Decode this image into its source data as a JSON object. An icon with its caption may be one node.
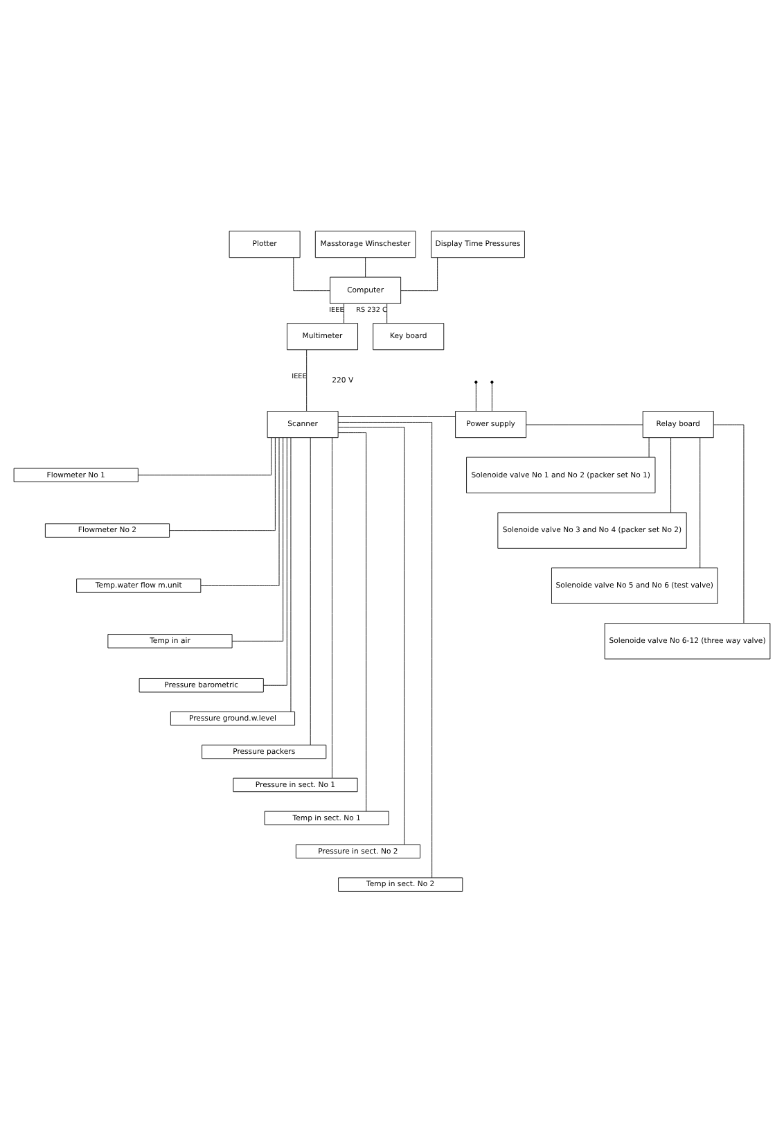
{
  "diagram": {
    "nodes": [
      {
        "text": [
          "Plotter"
        ]
      },
      {
        "text": [
          "Masstorage Winschester"
        ]
      },
      {
        "text": [
          "Display Time Pressures"
        ]
      },
      {
        "text": [
          "Computer"
        ]
      },
      {
        "text": [
          "Multimeter"
        ]
      },
      {
        "text": [
          "Key board"
        ]
      },
      {
        "text": [
          "Scanner"
        ]
      },
      {
        "text": [
          "Power supply"
        ]
      },
      {
        "text": [
          "Relay board"
        ]
      },
      {
        "text": [
          "Flowmeter No 1"
        ]
      },
      {
        "text": [
          "Flowmeter No 2"
        ]
      },
      {
        "text": [
          "Temp.water flow m.unit"
        ]
      },
      {
        "text": [
          "Temp in air"
        ]
      },
      {
        "text": [
          "Pressure barometric"
        ]
      },
      {
        "text": [
          "Pressure ground.w.level"
        ]
      },
      {
        "text": [
          "Pressure packers"
        ]
      },
      {
        "text": [
          "Pressure in sect. No 1"
        ]
      },
      {
        "text": [
          "Temp in sect. No 1"
        ]
      },
      {
        "text": [
          "Pressure in sect. No 2"
        ]
      },
      {
        "text": [
          "Temp in sect. No 2"
        ]
      },
      {
        "text": [
          "Solenoide valve No 1 and No 2 (packer set No 1)"
        ]
      },
      {
        "text": [
          "Solenoide valve No 3 and No 4 (packer set No 2)"
        ]
      },
      {
        "text": [
          "Solenoide valve No 5 and No 6 (test valve)"
        ]
      },
      {
        "text": [
          "Solenoide valve No 6-12 (three way valve)"
        ]
      }
    ],
    "edges": [
      {
        "from": 0,
        "to": 3,
        "arrow": "none"
      },
      {
        "from": 1,
        "to": 3,
        "arrow": "none"
      },
      {
        "from": 2,
        "to": 3,
        "arrow": "none"
      },
      {
        "from": 3,
        "to": 4,
        "arrow": "none",
        "label": "IEEE"
      },
      {
        "from": 3,
        "to": 5,
        "arrow": "none",
        "label": "RS 232 C"
      },
      {
        "from": 4,
        "to": 6,
        "arrow": "none",
        "label": "IEEE"
      },
      {
        "from": 6,
        "to": 7,
        "arrow": "none"
      },
      {
        "from": 7,
        "to": 8,
        "arrow": "none"
      },
      {
        "from": null,
        "to": 7,
        "arrow": "other"
      },
      {
        "from": null,
        "to": 7,
        "arrow": "other"
      },
      {
        "from": 6,
        "to": 9,
        "arrow": "none"
      },
      {
        "from": 6,
        "to": 10,
        "arrow": "none"
      },
      {
        "from": 6,
        "to": 11,
        "arrow": "none"
      },
      {
        "from": 6,
        "to": 12,
        "arrow": "none"
      },
      {
        "from": 6,
        "to": 13,
        "arrow": "none"
      },
      {
        "from": 6,
        "to": 14,
        "arrow": "none"
      },
      {
        "from": 6,
        "to": 15,
        "arrow": "none"
      },
      {
        "from": 6,
        "to": 16,
        "arrow": "none"
      },
      {
        "from": 6,
        "to": 17,
        "arrow": "none"
      },
      {
        "from": 6,
        "to": 18,
        "arrow": "none"
      },
      {
        "from": 6,
        "to": 19,
        "arrow": "none"
      },
      {
        "from": 8,
        "to": 20,
        "arrow": "none"
      },
      {
        "from": 8,
        "to": 21,
        "arrow": "none"
      },
      {
        "from": 8,
        "to": 22,
        "arrow": "none"
      },
      {
        "from": 8,
        "to": 23,
        "arrow": "none"
      }
    ],
    "labels": [
      "220 V"
    ]
  }
}
